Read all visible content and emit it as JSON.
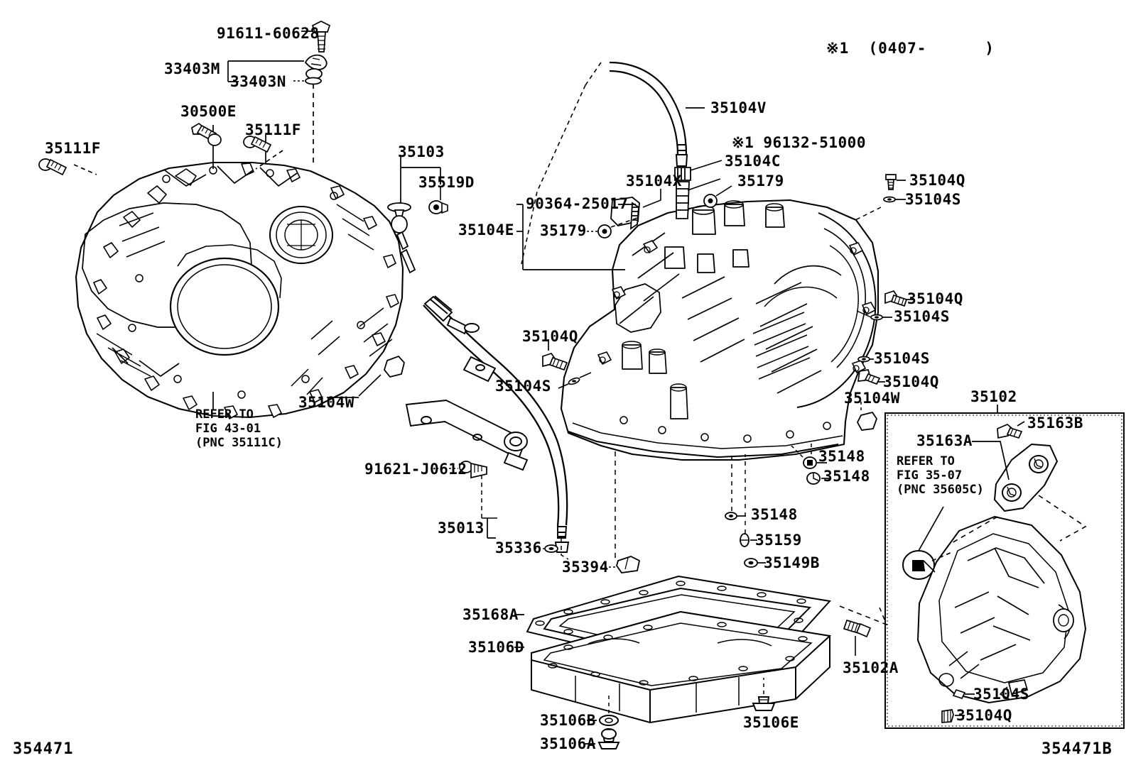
{
  "diagram": {
    "figure_id_left": "354471",
    "figure_id_right": "354471B",
    "note_marker": "※1  (0407-      )",
    "refer_left": "REFER TO\nFIG 43-01\n(PNC 35111C)",
    "refer_inset": "REFER TO\nFIG 35-07\n(PNC 35605C)"
  },
  "labels": {
    "bolt_91611": "91611-60628",
    "sensor_33403m": "33403M",
    "oring_33403n": "33403N",
    "plug_30500e": "30500E",
    "bolt_35111f_left": "35111F",
    "bolt_35111f_right": "35111F",
    "dipstick_35103": "35103",
    "oring_35519d": "35519D",
    "bracket_35104e": "35104E",
    "clamp_90364": "90364-25017",
    "oring_35179_left": "35179",
    "plug_35104w_left": "35104W",
    "bolt_91621": "91621-J0612",
    "tube_35013": "35013",
    "oring_35336": "35336",
    "clip_35394": "35394",
    "hose_35104v": "35104V",
    "note_96132": "※1 96132-51000",
    "pipe_35104c": "35104C",
    "oring_35179_right": "35179",
    "breather_35104x": "35104X",
    "bolt_35104q_tr": "35104Q",
    "washer_35104s_tr": "35104S",
    "bolt_35104q_mr": "35104Q",
    "washer_35104s_mr": "35104S",
    "washer_35104s_lr": "35104S",
    "bolt_35104q_lr": "35104Q",
    "plug_35104w_right": "35104W",
    "bolt_35104q_mid": "35104Q",
    "washer_35104s_mid": "35104S",
    "plug_35148_a": "35148",
    "plug_35148_b": "35148",
    "plug_35148_c": "35148",
    "plug_35159": "35159",
    "oring_35149b": "35149B",
    "gasket_35168a": "35168A",
    "pan_35106d": "35106D",
    "washer_35106b": "35106B",
    "plug_35106a": "35106A",
    "plug_35106e": "35106E",
    "mount_35102": "35102",
    "stay_35163a": "35163A",
    "bolt_35163b": "35163B",
    "bolt_35102a": "35102A",
    "washer_35104s_inset": "35104S",
    "bolt_35104q_inset": "35104Q"
  }
}
